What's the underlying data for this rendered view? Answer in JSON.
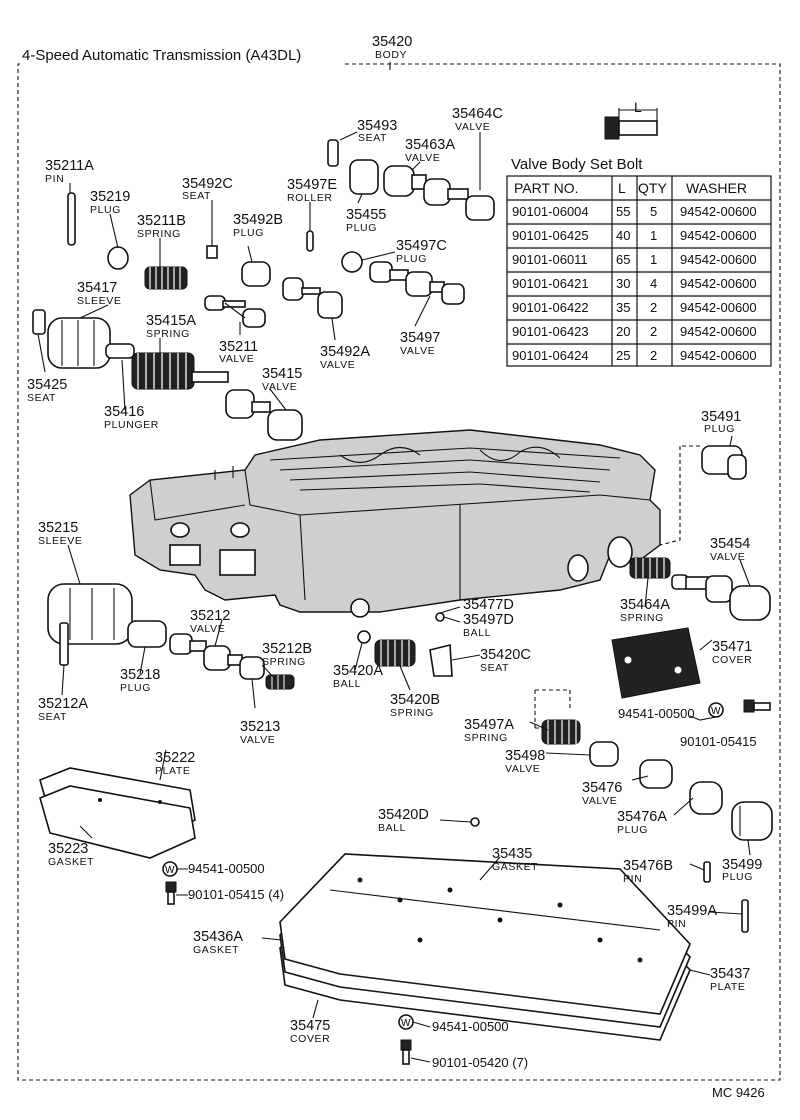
{
  "header": {
    "title": "4-Speed Automatic Transmission (A43DL)",
    "body_number": "35420",
    "body_name": "BODY"
  },
  "bolt_table": {
    "title": "Valve Body Set Bolt",
    "dimension_label": "L",
    "columns": [
      "PART NO.",
      "L",
      "QTY",
      "WASHER"
    ],
    "rows": [
      [
        "90101-06004",
        "55",
        "5",
        "94542-00600"
      ],
      [
        "90101-06425",
        "40",
        "1",
        "94542-00600"
      ],
      [
        "90101-06011",
        "65",
        "1",
        "94542-00600"
      ],
      [
        "90101-06421",
        "30",
        "4",
        "94542-00600"
      ],
      [
        "90101-06422",
        "35",
        "2",
        "94542-00600"
      ],
      [
        "90101-06423",
        "20",
        "2",
        "94542-00600"
      ],
      [
        "90101-06424",
        "25",
        "2",
        "94542-00600"
      ]
    ]
  },
  "callouts": {
    "p35493": {
      "number": "35493",
      "name": "SEAT"
    },
    "p35464C": {
      "number": "35464C",
      "name": "VALVE"
    },
    "p35463A": {
      "number": "35463A",
      "name": "VALVE"
    },
    "p35211A": {
      "number": "35211A",
      "name": "PIN"
    },
    "p35219": {
      "number": "35219",
      "name": "PLUG"
    },
    "p35492C": {
      "number": "35492C",
      "name": "SEAT"
    },
    "p35497E": {
      "number": "35497E",
      "name": "ROLLER"
    },
    "p35455": {
      "number": "35455",
      "name": "PLUG"
    },
    "p35211B": {
      "number": "35211B",
      "name": "SPRING"
    },
    "p35492B": {
      "number": "35492B",
      "name": "PLUG"
    },
    "p35497C": {
      "number": "35497C",
      "name": "PLUG"
    },
    "p35417": {
      "number": "35417",
      "name": "SLEEVE"
    },
    "p35415A": {
      "number": "35415A",
      "name": "SPRING"
    },
    "p35211": {
      "number": "35211",
      "name": "VALVE"
    },
    "p35492A": {
      "number": "35492A",
      "name": "VALVE"
    },
    "p35497": {
      "number": "35497",
      "name": "VALVE"
    },
    "p35425": {
      "number": "35425",
      "name": "SEAT"
    },
    "p35415": {
      "number": "35415",
      "name": "VALVE"
    },
    "p35416": {
      "number": "35416",
      "name": "PLUNGER"
    },
    "p35491": {
      "number": "35491",
      "name": "PLUG"
    },
    "p35215": {
      "number": "35215",
      "name": "SLEEVE"
    },
    "p35454": {
      "number": "35454",
      "name": "VALVE"
    },
    "p35212": {
      "number": "35212",
      "name": "VALVE"
    },
    "p35477D": {
      "number": "35477D",
      "name": ""
    },
    "p35497D": {
      "number": "35497D",
      "name": "BALL"
    },
    "p35464A": {
      "number": "35464A",
      "name": "SPRING"
    },
    "p35212B": {
      "number": "35212B",
      "name": "SPRING"
    },
    "p35420C": {
      "number": "35420C",
      "name": "SEAT"
    },
    "p35471": {
      "number": "35471",
      "name": "COVER"
    },
    "p35218": {
      "number": "35218",
      "name": "PLUG"
    },
    "p35420A": {
      "number": "35420A",
      "name": "BALL"
    },
    "p35212A": {
      "number": "35212A",
      "name": "SEAT"
    },
    "p35420B": {
      "number": "35420B",
      "name": "SPRING"
    },
    "p35213": {
      "number": "35213",
      "name": "VALVE"
    },
    "p35497A": {
      "number": "35497A",
      "name": "SPRING"
    },
    "p35498": {
      "number": "35498",
      "name": "VALVE"
    },
    "p35222": {
      "number": "35222",
      "name": "PLATE"
    },
    "p35476": {
      "number": "35476",
      "name": "VALVE"
    },
    "p35420D": {
      "number": "35420D",
      "name": "BALL"
    },
    "p35476A": {
      "number": "35476A",
      "name": "PLUG"
    },
    "p35223": {
      "number": "35223",
      "name": "GASKET"
    },
    "p35435": {
      "number": "35435",
      "name": "GASKET"
    },
    "p35476B": {
      "number": "35476B",
      "name": "PIN"
    },
    "p35499": {
      "number": "35499",
      "name": "PLUG"
    },
    "p35499A": {
      "number": "35499A",
      "name": "PIN"
    },
    "p35436A": {
      "number": "35436A",
      "name": "GASKET"
    },
    "p35437": {
      "number": "35437",
      "name": "PLATE"
    },
    "p35475": {
      "number": "35475",
      "name": "COVER"
    }
  },
  "fasteners": {
    "washer_symbol": "W",
    "w1": "94541-00500",
    "b1": "90101-05415",
    "w2": "94541-00500",
    "b2": "90101-05415 (4)",
    "w3": "94541-00500",
    "b3": "90101-05420 (7)"
  },
  "footer": {
    "code": "MC 9426"
  }
}
